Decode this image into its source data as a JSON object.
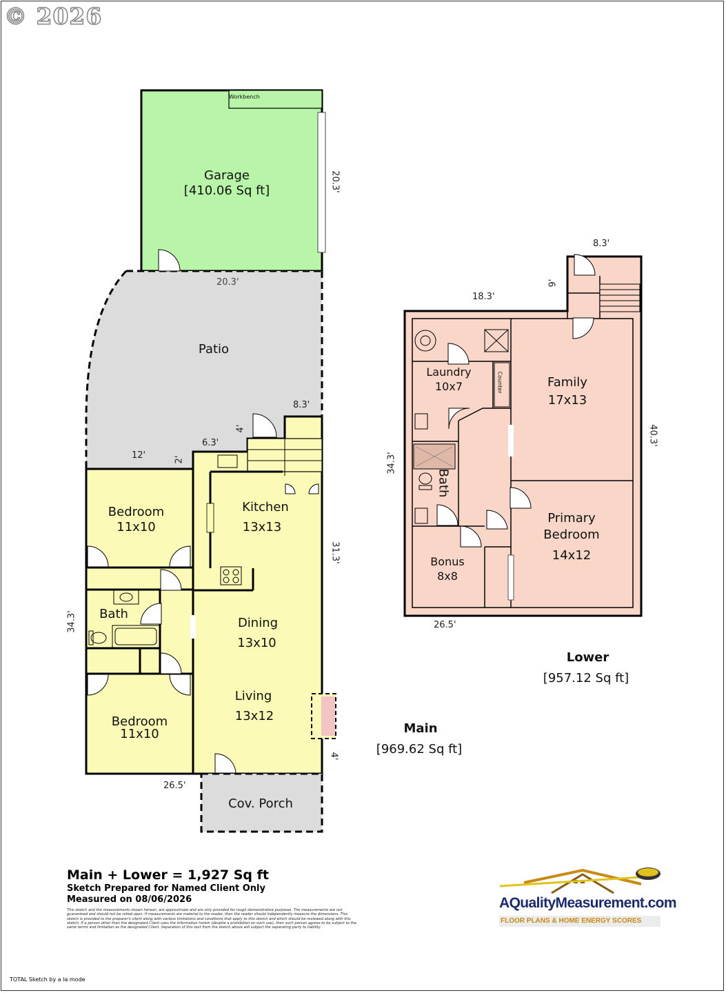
{
  "copyright": "© 2026",
  "rooms": {
    "workbench": "Workbench",
    "garage_name": "Garage",
    "garage_area": "[410.06 Sq ft]",
    "patio": "Patio",
    "bedroom1_name": "Bedroom",
    "bedroom1_size": "11x10",
    "kitchen_name": "Kitchen",
    "kitchen_size": "13x13",
    "bath_main": "Bath",
    "dining_name": "Dining",
    "dining_size": "13x10",
    "living_name": "Living",
    "living_size": "13x12",
    "bedroom2_name": "Bedroom",
    "bedroom2_size": "11x10",
    "porch": "Cov. Porch",
    "laundry_name": "Laundry",
    "laundry_size": "10x7",
    "counter": "Counter",
    "family_name": "Family",
    "family_size": "17x13",
    "bath_lower": "Bath",
    "primary_line1": "Primary",
    "primary_line2": "Bedroom",
    "primary_size": "14x12",
    "bonus_name": "Bonus",
    "bonus_size": "8x8"
  },
  "dimensions": {
    "garage_side": "20.3'",
    "garage_bottom": "20.3'",
    "stair_width": "8.3'",
    "stair_depth": "4'",
    "kitchen_step": "6.3'",
    "patio_left": "12'",
    "patio_step": "2'",
    "main_right": "31.3'",
    "main_left": "34.3'",
    "fireplace_depth": "4'",
    "main_bottom": "26.5'",
    "lower_top_right": "8.3'",
    "lower_step": "9'",
    "lower_top": "18.3'",
    "lower_right": "40.3'",
    "lower_left": "34.3'",
    "lower_bottom": "26.5'"
  },
  "levels": {
    "main_name": "Main",
    "main_area": "[969.62 Sq ft]",
    "lower_name": "Lower",
    "lower_area": "[957.12 Sq ft]"
  },
  "summary": {
    "total": "Main + Lower = 1,927 Sq ft",
    "prepared": "Sketch Prepared for Named Client Only",
    "measured": "Measured on 08/06/2026",
    "disclaimer": "This sketch and the measurements shown hereon, are approximate and are only provided for rough demonstrative purposes. The measurements are not guaranteed and should not be relied upon. If measurements are material to the reader, then the reader should independently measure the dimensions. This sketch is provided to the preparer's client along with various limitations and conditions that apply to this sketch and which should be reviewed along with this sketch. If a person other than the designated Client uses the information herein (despite a prohibition on such use), then such person agrees to be subject to the same terms and limitation as the designated Client. Separation of this text from the sketch above will subject the separating party to liability."
  },
  "logo": {
    "name": "AQualityMeasurement.com",
    "tagline": "FLOOR PLANS & HOME ENERGY SCORES"
  },
  "footer": "TOTAL Sketch by a la mode",
  "colors": {
    "garage": "#b9f5a8",
    "patio": "#dcdcdc",
    "main_floor": "#fbfbb7",
    "lower_floor": "#f9d6c8",
    "wall": "#000000"
  }
}
